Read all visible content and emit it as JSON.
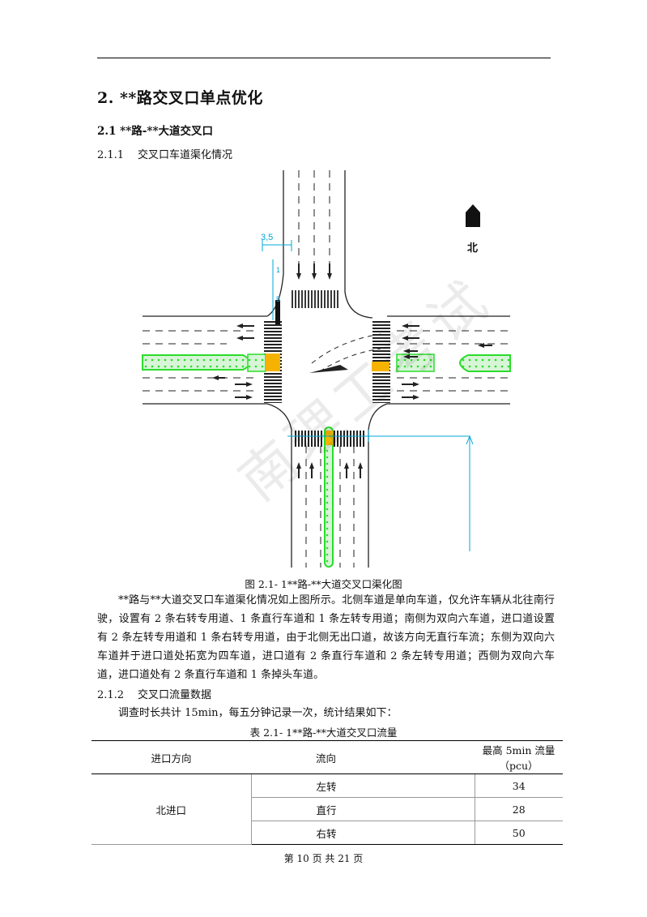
{
  "heading1": "2.   **路交叉口单点优化",
  "heading2": "2.1   **路-**大道交叉口",
  "section_211": {
    "num": "2.1.1",
    "title": "交叉口车道渠化情况"
  },
  "figure": {
    "dimension_label": "3,5",
    "small_dim_a": "1",
    "small_dim_b": "5",
    "north_label": "北",
    "caption": "图 2.1- 1**路-**大道交叉口渠化图"
  },
  "paragraph1": "**路与**大道交叉口车道渠化情况如上图所示。北侧车道是单向车道，仅允许车辆从北往南行驶，设置有 2 条右转专用道、1 条直行车道和 1 条左转专用道；南侧为双向六车道，进口道设置有 2 条左转专用道和 1 条右转专用道，由于北侧无出口道，故该方向无直行车流；东侧为双向六车道并于进口道处拓宽为四车道，进口道有 2 条直行车道和 2 条左转专用道；西侧为双向六车道，进口道处有 2 条直行车道和 1 条掉头车道。",
  "section_212": {
    "num": "2.1.2",
    "title": "交叉口流量数据"
  },
  "paragraph2": "调查时长共计 15min，每五分钟记录一次，统计结果如下：",
  "table": {
    "caption": "表 2.1- 1**路-**大道交叉口流量",
    "headers": [
      "进口方向",
      "流向",
      "最高 5min 流量（pcu）"
    ],
    "direction": "北进口",
    "rows": [
      {
        "flow": "左转",
        "value": "34"
      },
      {
        "flow": "直行",
        "value": "28"
      },
      {
        "flow": "右转",
        "value": "50"
      }
    ]
  },
  "footer": "第 10 页 共 21 页",
  "watermark": "南理工考试",
  "colors": {
    "green": "#2bdc2b",
    "green_fill": "#d8f5d8",
    "yellow": "#f5b300",
    "cyan": "#00a8d8"
  }
}
